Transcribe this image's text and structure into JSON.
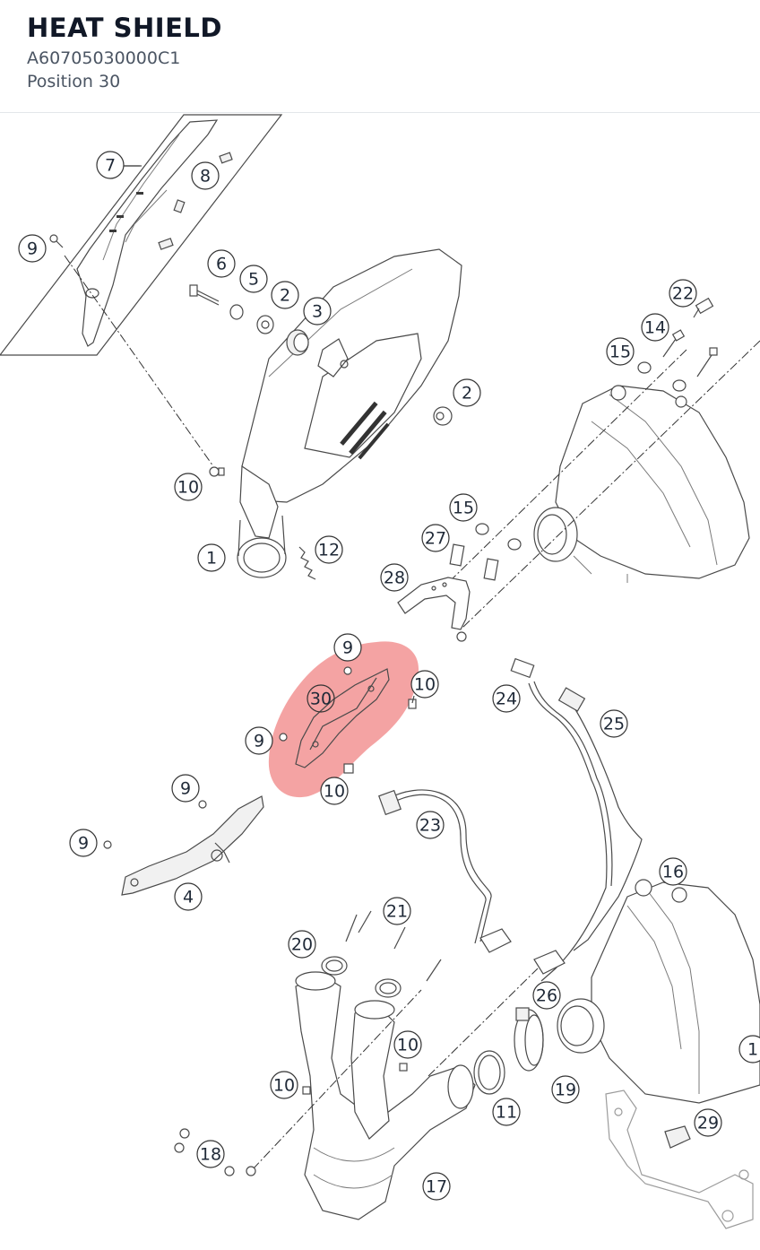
{
  "part": {
    "name": "HEAT SHIELD",
    "number": "A60705030000C1",
    "position_label": "Position 30"
  },
  "highlight_color": "#f08080",
  "callouts": [
    {
      "id": "c7",
      "label": "7"
    },
    {
      "id": "c8",
      "label": "8"
    },
    {
      "id": "c9a",
      "label": "9"
    },
    {
      "id": "c6",
      "label": "6"
    },
    {
      "id": "c5",
      "label": "5"
    },
    {
      "id": "c2a",
      "label": "2"
    },
    {
      "id": "c3",
      "label": "3"
    },
    {
      "id": "c22",
      "label": "22"
    },
    {
      "id": "c14",
      "label": "14"
    },
    {
      "id": "c15a",
      "label": "15"
    },
    {
      "id": "c2b",
      "label": "2"
    },
    {
      "id": "c10a",
      "label": "10"
    },
    {
      "id": "c15b",
      "label": "15"
    },
    {
      "id": "c27",
      "label": "27"
    },
    {
      "id": "c1",
      "label": "1"
    },
    {
      "id": "c12",
      "label": "12"
    },
    {
      "id": "c28",
      "label": "28"
    },
    {
      "id": "c9b",
      "label": "9"
    },
    {
      "id": "c30",
      "label": "30"
    },
    {
      "id": "c10b",
      "label": "10"
    },
    {
      "id": "c24",
      "label": "24"
    },
    {
      "id": "c25",
      "label": "25"
    },
    {
      "id": "c9c",
      "label": "9"
    },
    {
      "id": "c10c",
      "label": "10"
    },
    {
      "id": "c9d",
      "label": "9"
    },
    {
      "id": "c23",
      "label": "23"
    },
    {
      "id": "c9e",
      "label": "9"
    },
    {
      "id": "c4",
      "label": "4"
    },
    {
      "id": "c16",
      "label": "16"
    },
    {
      "id": "c21",
      "label": "21"
    },
    {
      "id": "c20",
      "label": "20"
    },
    {
      "id": "c26",
      "label": "26"
    },
    {
      "id": "c10d",
      "label": "10"
    },
    {
      "id": "c10e",
      "label": "10"
    },
    {
      "id": "c11",
      "label": "11"
    },
    {
      "id": "c19",
      "label": "19"
    },
    {
      "id": "c18",
      "label": "18"
    },
    {
      "id": "c29",
      "label": "29"
    },
    {
      "id": "c17",
      "label": "17"
    },
    {
      "id": "c1b",
      "label": "1"
    }
  ]
}
